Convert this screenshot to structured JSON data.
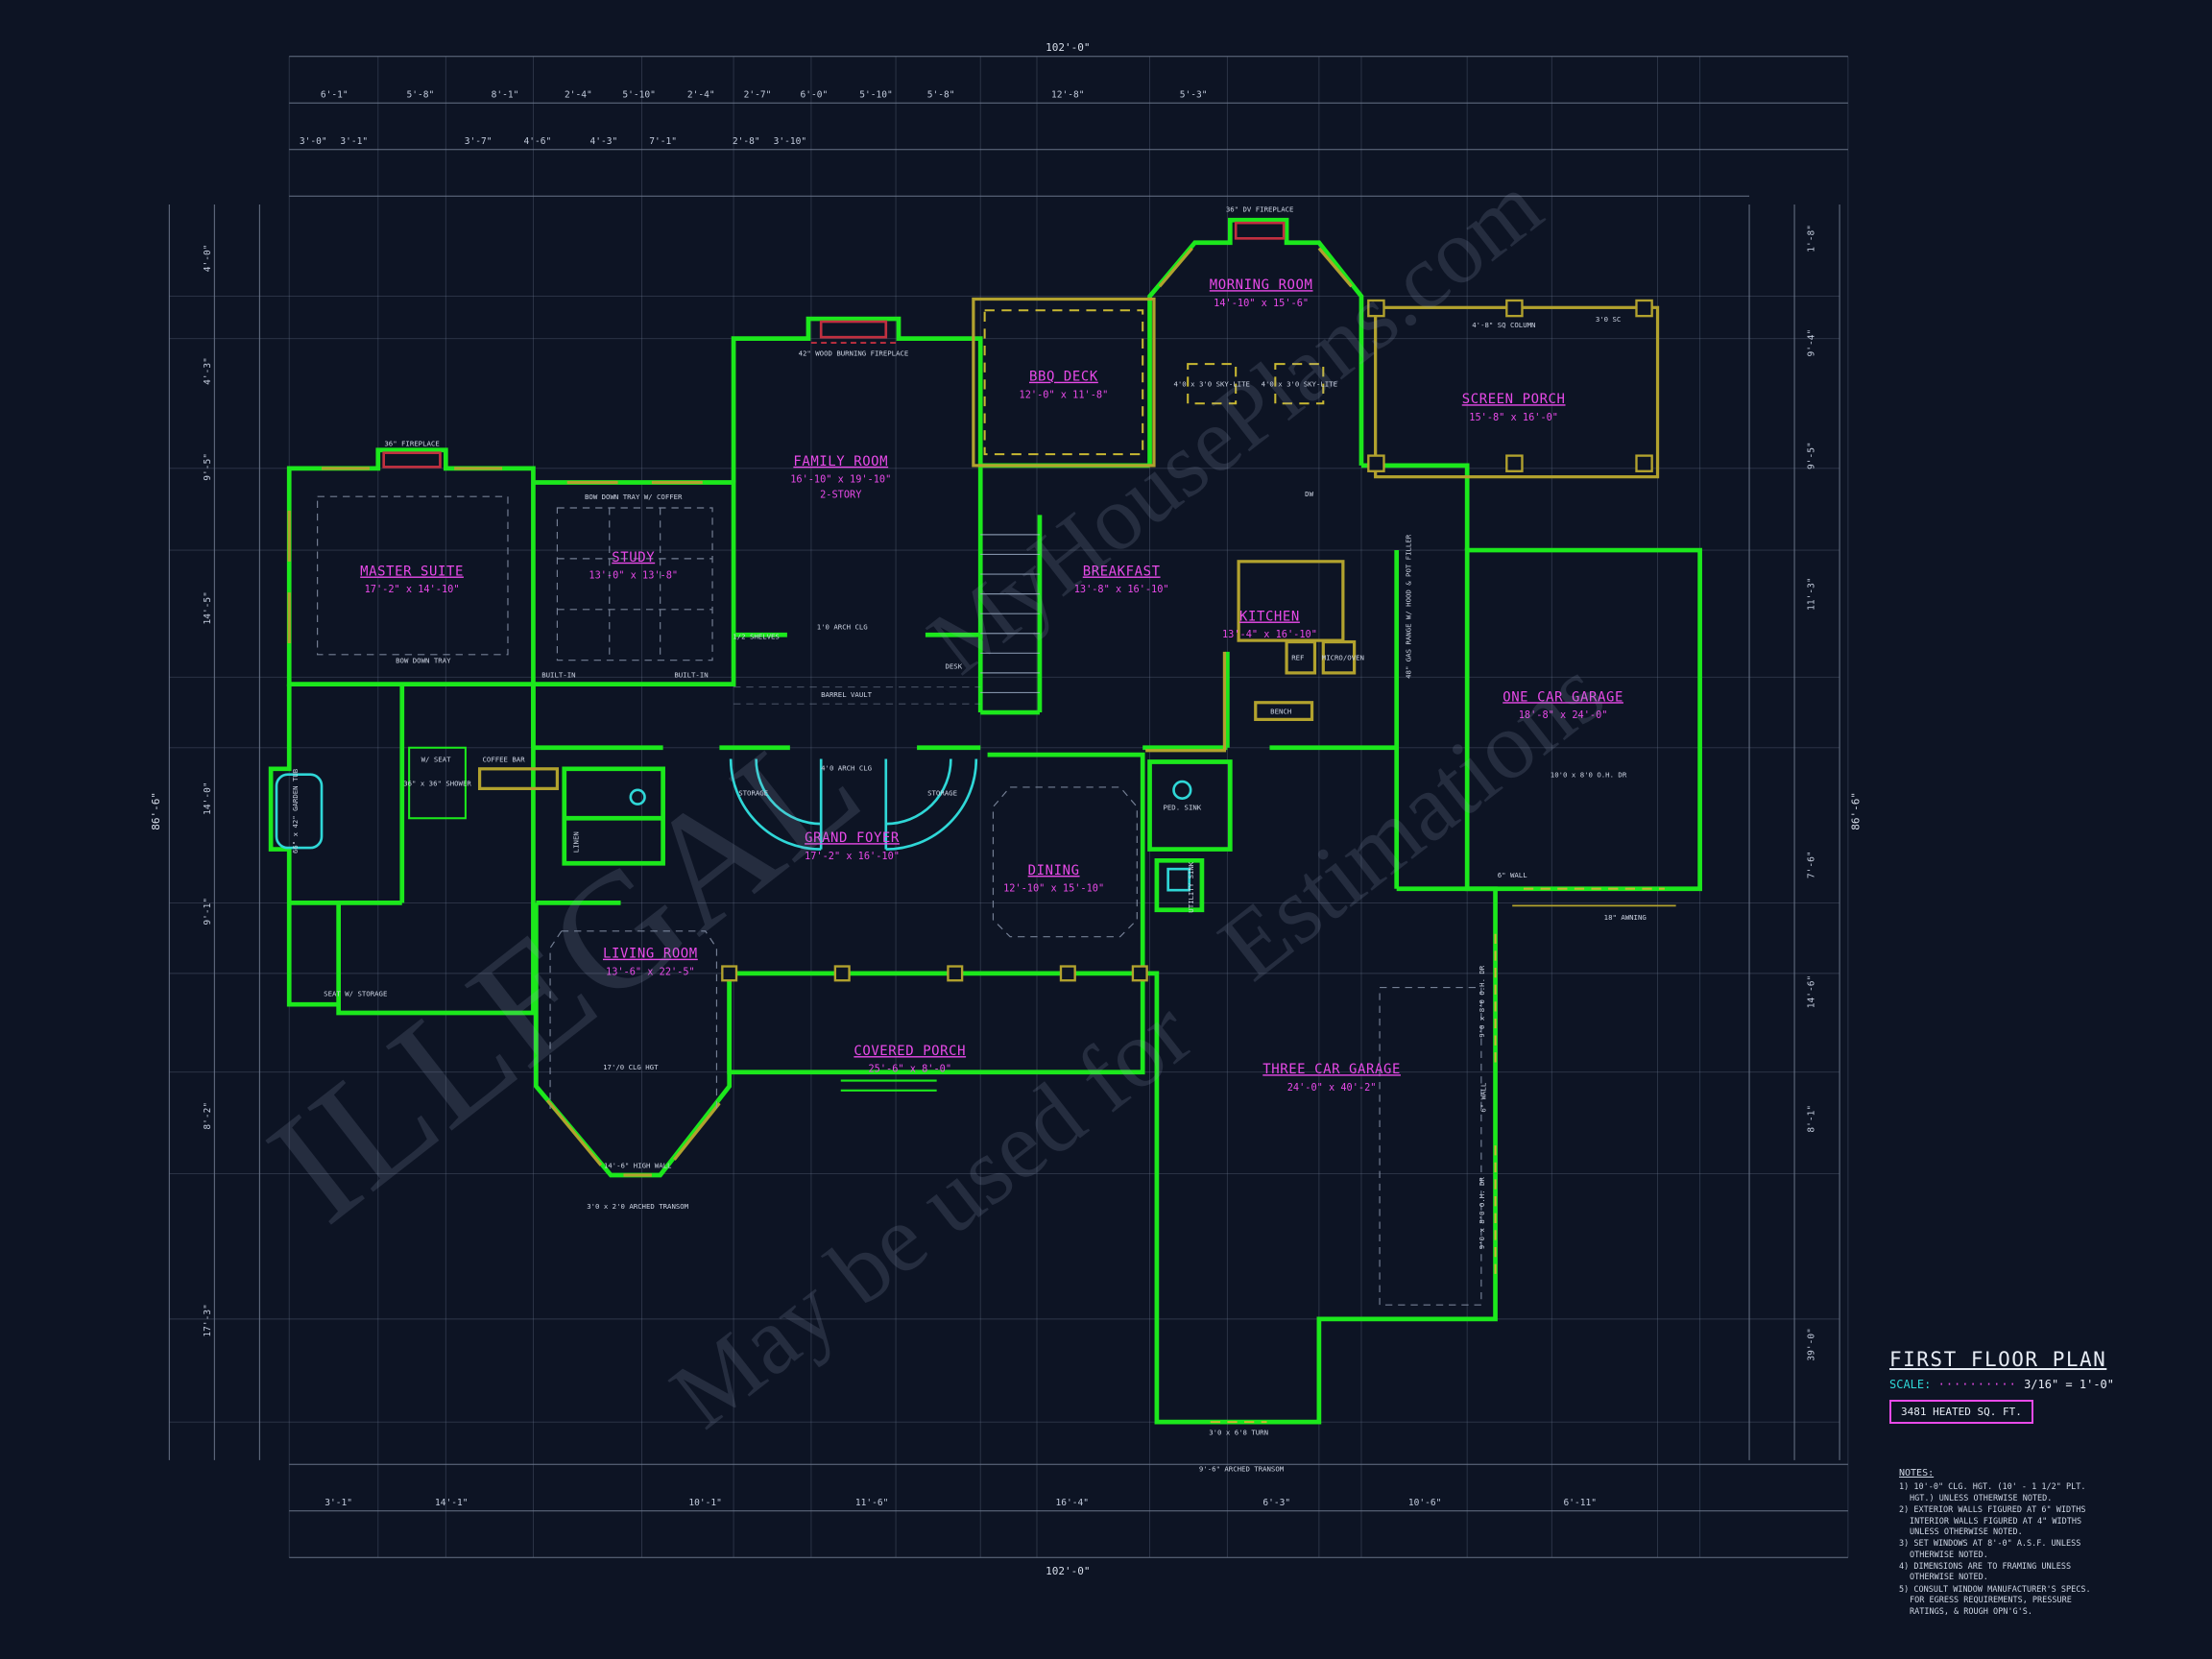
{
  "sheet": {
    "title": "FIRST FLOOR PLAN",
    "scale_label": "SCALE:",
    "scale_dots": "··········",
    "scale_value": "3/16\" = 1'-0\"",
    "heated": "3481 HEATED SQ. FT."
  },
  "notes": {
    "heading": "NOTES:",
    "items": [
      "1) 10'-0\" CLG. HGT. (10' - 1 1/2\" PLT. HGT.) UNLESS OTHERWISE NOTED.",
      "2) EXTERIOR WALLS FIGURED AT 6\" WIDTHS INTERIOR WALLS FIGURED AT 4\" WIDTHS UNLESS OTHERWISE NOTED.",
      "3) SET WINDOWS AT 8'-0\" A.S.F. UNLESS OTHERWISE NOTED.",
      "4) DIMENSIONS ARE TO FRAMING UNLESS OTHERWISE NOTED.",
      "5) CONSULT WINDOW MANUFACTURER'S SPECS. FOR EGRESS REQUIREMENTS, PRESSURE RATINGS, & ROUGH OPN'G'S."
    ]
  },
  "rooms": [
    {
      "label": "MASTER SUITE",
      "dims": "17'-2\" x 14'-10\""
    },
    {
      "label": "STUDY",
      "dims": "13'-0\" x 13'-8\""
    },
    {
      "label": "FAMILY ROOM",
      "dims": "16'-10\" x 19'-10\"",
      "extra": "2-STORY"
    },
    {
      "label": "BBQ DECK",
      "dims": "12'-0\" x 11'-8\""
    },
    {
      "label": "MORNING ROOM",
      "dims": "14'-10\" x 15'-6\""
    },
    {
      "label": "SCREEN PORCH",
      "dims": "15'-8\" x 16'-0\""
    },
    {
      "label": "BREAKFAST",
      "dims": "13'-8\" x 16'-10\""
    },
    {
      "label": "KITCHEN",
      "dims": "13'-4\" x 16'-10\""
    },
    {
      "label": "ONE CAR GARAGE",
      "dims": "18'-8\" x 24'-0\""
    },
    {
      "label": "GRAND FOYER",
      "dims": "17'-2\" x 16'-10\""
    },
    {
      "label": "DINING",
      "dims": "12'-10\" x 15'-10\""
    },
    {
      "label": "LIVING ROOM",
      "dims": "13'-6\" x 22'-5\""
    },
    {
      "label": "COVERED PORCH",
      "dims": "25'-6\" x 8'-0\""
    },
    {
      "label": "THREE CAR GARAGE",
      "dims": "24'-0\" x 40'-2\""
    }
  ],
  "ann": [
    "36\" FIREPLACE",
    "42\" WOOD BURNING FIREPLACE",
    "36\" DV FIREPLACE",
    "BOW DOWN TRAY W/ COFFER",
    "BOW DOWN TRAY",
    "BARREL VAULT",
    "COFFEE BAR",
    "1'0 ARCH CLG",
    "4'0 ARCH CLG",
    "STORAGE",
    "STORAGE",
    "DESK",
    "BUILT-IN",
    "BUILT-IN",
    "1/2 SHELVES",
    "LINEN",
    "66\" x 42\" GARDEN TUB",
    "W/ SEAT",
    "36\" x 36\" SHOWER",
    "SEAT W/ STORAGE",
    "PED. SINK",
    "BENCH",
    "REF",
    "MICRO/OVEN",
    "DW",
    "48\" GAS RANGE W/ HOOD & POT FILLER",
    "4'0 x 3'0 SKY-LITE",
    "4'0 x 3'0 SKY-LITE",
    "4'-8\" SQ COLUMN",
    "3'0 SC",
    "10'0 x 8'0 O.H. DR",
    "9'0 x 8'0 O.H. DR",
    "9'0 x 8'0 O.H. DR",
    "3'0 x 6'8 TURN",
    "3'0 x 2'0 ARCHED TRANSOM",
    "9'-6\" ARCHED TRANSOM",
    "14'-6\" HIGH WALL",
    "17'/0 CLG HGT",
    "6\" WALL",
    "6\" WALL",
    "18\" AWNING",
    "UTILITY SINK"
  ],
  "dims": {
    "overall_h": "102'-0\"",
    "overall_v": "86'-6\"",
    "minor": [
      "6'-1\"",
      "5'-8\"",
      "8'-1\"",
      "2'-4\"",
      "5'-10\"",
      "2'-4\"",
      "2'-7\"",
      "6'-0\"",
      "5'-10\"",
      "5'-8\"",
      "12'-8\"",
      "5'-3\"",
      "3'-0\"",
      "3'-1\"",
      "3'-7\"",
      "4'-6\"",
      "4'-3\"",
      "7'-1\"",
      "2'-8\"",
      "3'-10\"",
      "4'-0\"",
      "4'-3\"",
      "9'-5\"",
      "14'-5\"",
      "14'-0\"",
      "9'-1\"",
      "8'-2\"",
      "17'-3\"",
      "1'-8\"",
      "9'-4\"",
      "9'-5\"",
      "11'-3\"",
      "7'-6\"",
      "14'-6\"",
      "8'-1\"",
      "39'-0\"",
      "3'-1\"",
      "14'-1\"",
      "10'-1\"",
      "11'-6\"",
      "16'-4\"",
      "6'-3\"",
      "10'-6\"",
      "6'-11\""
    ]
  },
  "watermarks": [
    "MyHousePlans.com",
    "ILLEGAL",
    "May be used for",
    "Estimations"
  ],
  "colors": {
    "background": "#0d1424",
    "wall_green": "#1ce81c",
    "label_magenta": "#e84ae8",
    "detail_olive": "#b2a22e",
    "fixture_cyan": "#2fd7d7",
    "fireplace_red": "#c13040",
    "dim_gray": "#8e9ab0"
  }
}
